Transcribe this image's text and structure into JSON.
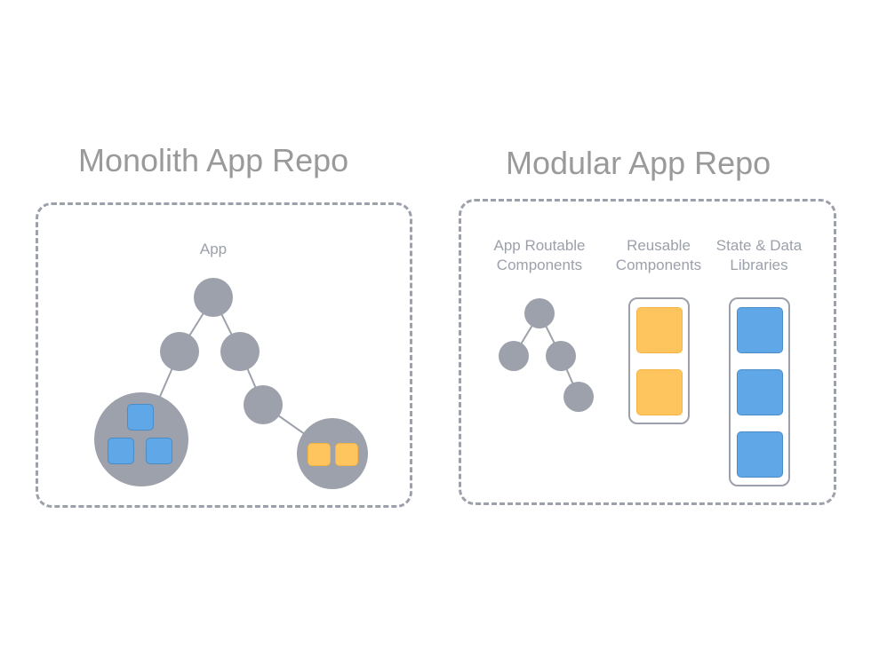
{
  "monolith": {
    "title": "Monolith App Repo",
    "root_label": "App"
  },
  "modular": {
    "title": "Modular App Repo",
    "columns": [
      {
        "label_line1": "App Routable",
        "label_line2": "Components"
      },
      {
        "label_line1": "Reusable",
        "label_line2": "Components"
      },
      {
        "label_line1": "State & Data",
        "label_line2": "Libraries"
      }
    ]
  },
  "colors": {
    "node": "#9ca1ab",
    "edge": "#9ca1ab",
    "blue": "#5fa7e6",
    "yellow": "#fec55f",
    "border": "#9ba0aa"
  }
}
